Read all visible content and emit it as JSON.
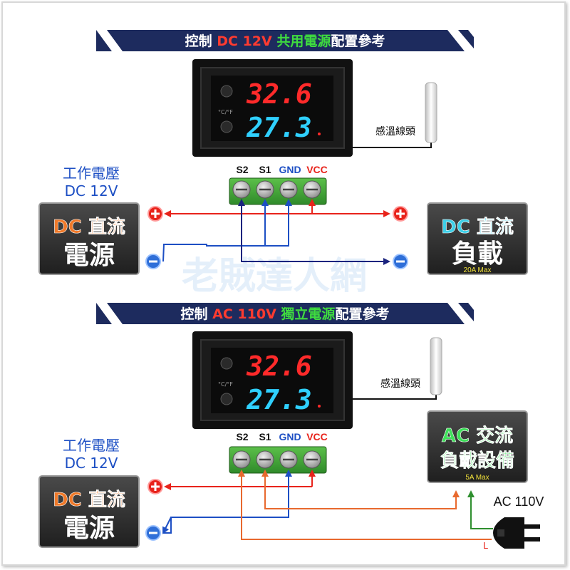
{
  "banner1": {
    "prefix": "控制 ",
    "highlight": "DC 12V",
    "middle": " 共用電源",
    "suffix": "配置參考"
  },
  "banner2": {
    "prefix": "控制 ",
    "highlight": "AC 110V",
    "middle": " 獨立電源",
    "suffix": "配置參考"
  },
  "display": {
    "top_value": "32.6",
    "bottom_value": "27.3",
    "unit_label": "°C/°F"
  },
  "probe_label": "感溫線頭",
  "terminals": [
    "S2",
    "S1",
    "GND",
    "VCC"
  ],
  "supply_voltage": {
    "line1": "工作電壓",
    "line2": "DC 12V"
  },
  "dc_source": {
    "line1": "DC 直流",
    "line2": "電源"
  },
  "dc_load": {
    "line1": "DC 直流",
    "line2": "負載",
    "rating": "20A Max"
  },
  "ac_load": {
    "line1": "AC 交流",
    "line2": "負載設備",
    "rating": "5A Max"
  },
  "ac_plug_label": "AC 110V",
  "live_label": "L",
  "watermark": "老賊達人網",
  "colors": {
    "banner_bg": "#1d2b5e",
    "red": "#e8231b",
    "blue": "#1d4fc4",
    "navy": "#1a237e",
    "orange": "#e8692e",
    "green": "#2f8f2f",
    "display_red": "#ff2a2a",
    "display_cyan": "#2fd0ff"
  }
}
